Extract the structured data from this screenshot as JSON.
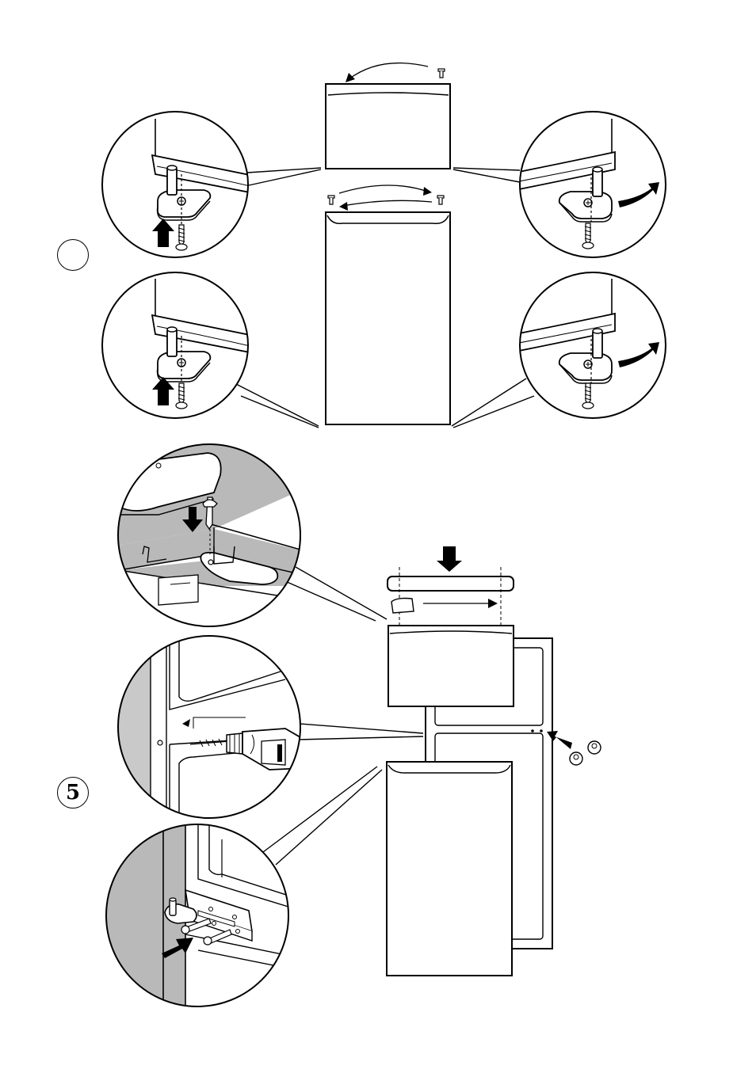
{
  "steps": [
    {
      "id": "step-4",
      "number": ""
    },
    {
      "id": "step-5",
      "number": "5"
    }
  ],
  "colors": {
    "line": "#000000",
    "shade": "#b9b9b9",
    "background": "#ffffff"
  },
  "icons": [
    "screw-icon",
    "hinge-icon",
    "rotate-arrow-icon",
    "push-arrow-icon",
    "drill-icon",
    "cover-cap-icon"
  ]
}
